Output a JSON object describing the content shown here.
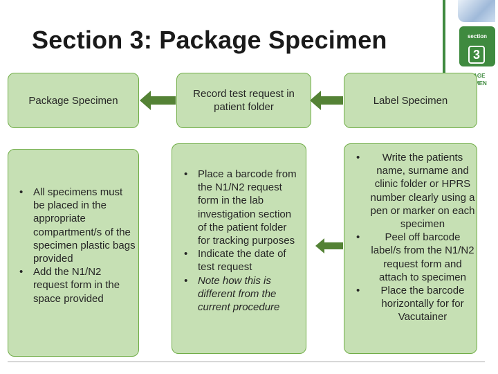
{
  "title": "Section 3: Package Specimen",
  "badge": {
    "label": "section",
    "number": "3",
    "caption_line1": "PACKAGE",
    "caption_line2": "SPECIMEN"
  },
  "steps": {
    "package": {
      "label": "Package Specimen"
    },
    "record": {
      "label": "Record test request in patient folder"
    },
    "label": {
      "label": "Label Specimen"
    }
  },
  "details": {
    "package": [
      "All specimens must be placed in the appropriate compartment/s of the specimen plastic bags provided",
      "Add the N1/N2 request form in the space provided"
    ],
    "record": [
      "Place a barcode from the N1/N2 request form in the lab investigation section of the patient folder for tracking purposes",
      "Indicate the date of test request",
      "Note how this is different from the current  procedure"
    ],
    "label": [
      "Write the patients name, surname and clinic folder or HPRS number clearly using a pen or marker on each specimen",
      "Peel off barcode label/s from the N1/N2 request form and attach to specimen",
      "Place the barcode horizontally for for Vacutainer"
    ]
  },
  "colors": {
    "box_fill": "#c6e0b4",
    "box_border": "#70ad47",
    "arrow": "#548235",
    "badge_green": "#3f8a3f"
  }
}
